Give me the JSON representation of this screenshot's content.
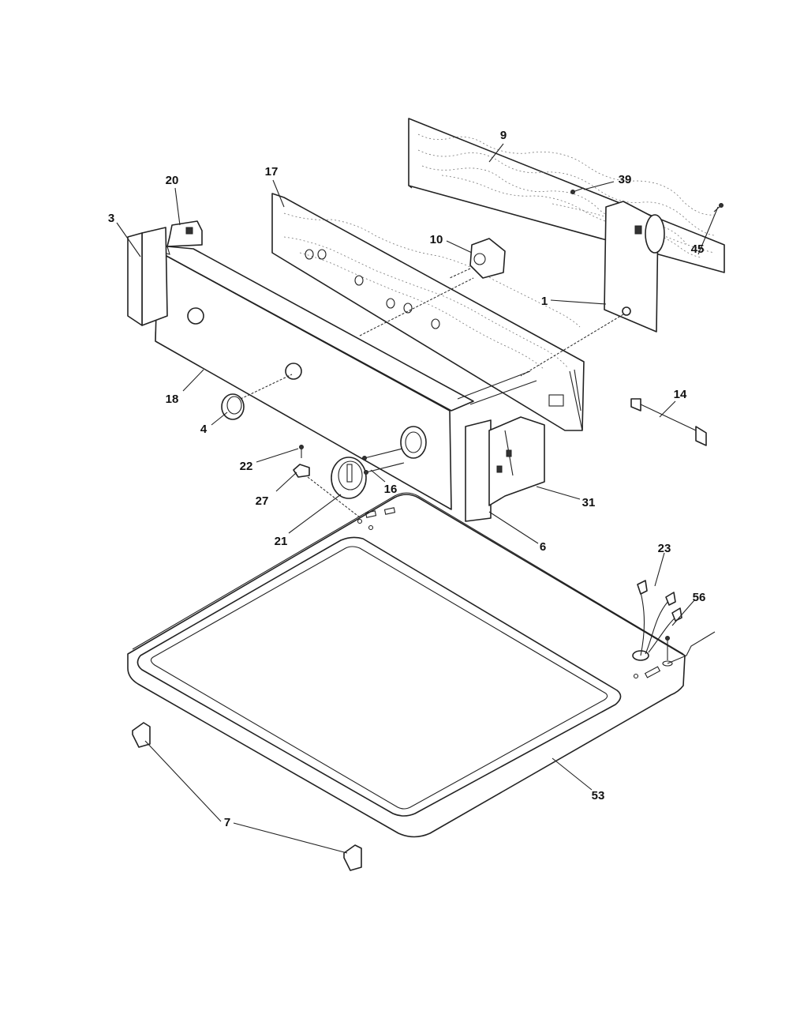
{
  "callouts": [
    {
      "id": "c1",
      "label": "1"
    },
    {
      "id": "c3",
      "label": "3"
    },
    {
      "id": "c4",
      "label": "4"
    },
    {
      "id": "c6",
      "label": "6"
    },
    {
      "id": "c7",
      "label": "7"
    },
    {
      "id": "c9",
      "label": "9"
    },
    {
      "id": "c10",
      "label": "10"
    },
    {
      "id": "c14",
      "label": "14"
    },
    {
      "id": "c16",
      "label": "16"
    },
    {
      "id": "c17",
      "label": "17"
    },
    {
      "id": "c18",
      "label": "18"
    },
    {
      "id": "c20",
      "label": "20"
    },
    {
      "id": "c21",
      "label": "21"
    },
    {
      "id": "c22",
      "label": "22"
    },
    {
      "id": "c23",
      "label": "23"
    },
    {
      "id": "c27",
      "label": "27"
    },
    {
      "id": "c31",
      "label": "31"
    },
    {
      "id": "c39",
      "label": "39"
    },
    {
      "id": "c45",
      "label": "45"
    },
    {
      "id": "c53",
      "label": "53"
    },
    {
      "id": "c56",
      "label": "56"
    }
  ]
}
